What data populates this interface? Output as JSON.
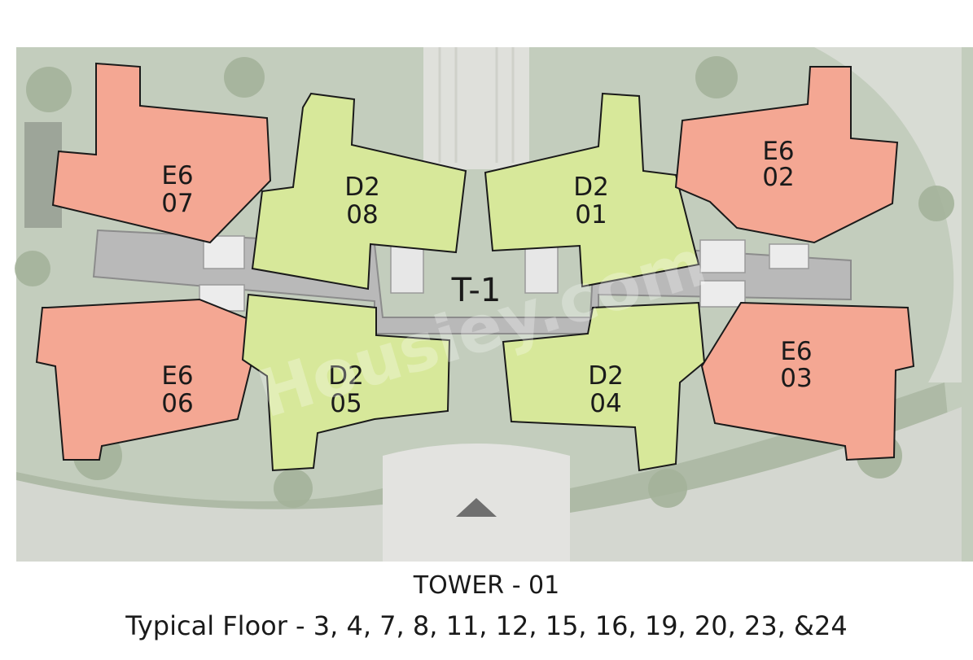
{
  "core": {
    "label": "T-1"
  },
  "units": [
    {
      "type": "E6",
      "number": "07"
    },
    {
      "type": "D2",
      "number": "08"
    },
    {
      "type": "D2",
      "number": "01"
    },
    {
      "type": "E6",
      "number": "02"
    },
    {
      "type": "E6",
      "number": "06"
    },
    {
      "type": "D2",
      "number": "05"
    },
    {
      "type": "D2",
      "number": "04"
    },
    {
      "type": "E6",
      "number": "03"
    }
  ],
  "watermark": "Housiey.com",
  "caption": {
    "tower": "TOWER - 01",
    "floors": "Typical Floor - 3, 4, 7, 8, 11, 12, 15, 16, 19, 20, 23, &24"
  },
  "colors": {
    "E6": "#f4a793",
    "D2": "#d7e89a",
    "corridor": "#b9b9b9",
    "site_background": "#b9c4b3"
  }
}
